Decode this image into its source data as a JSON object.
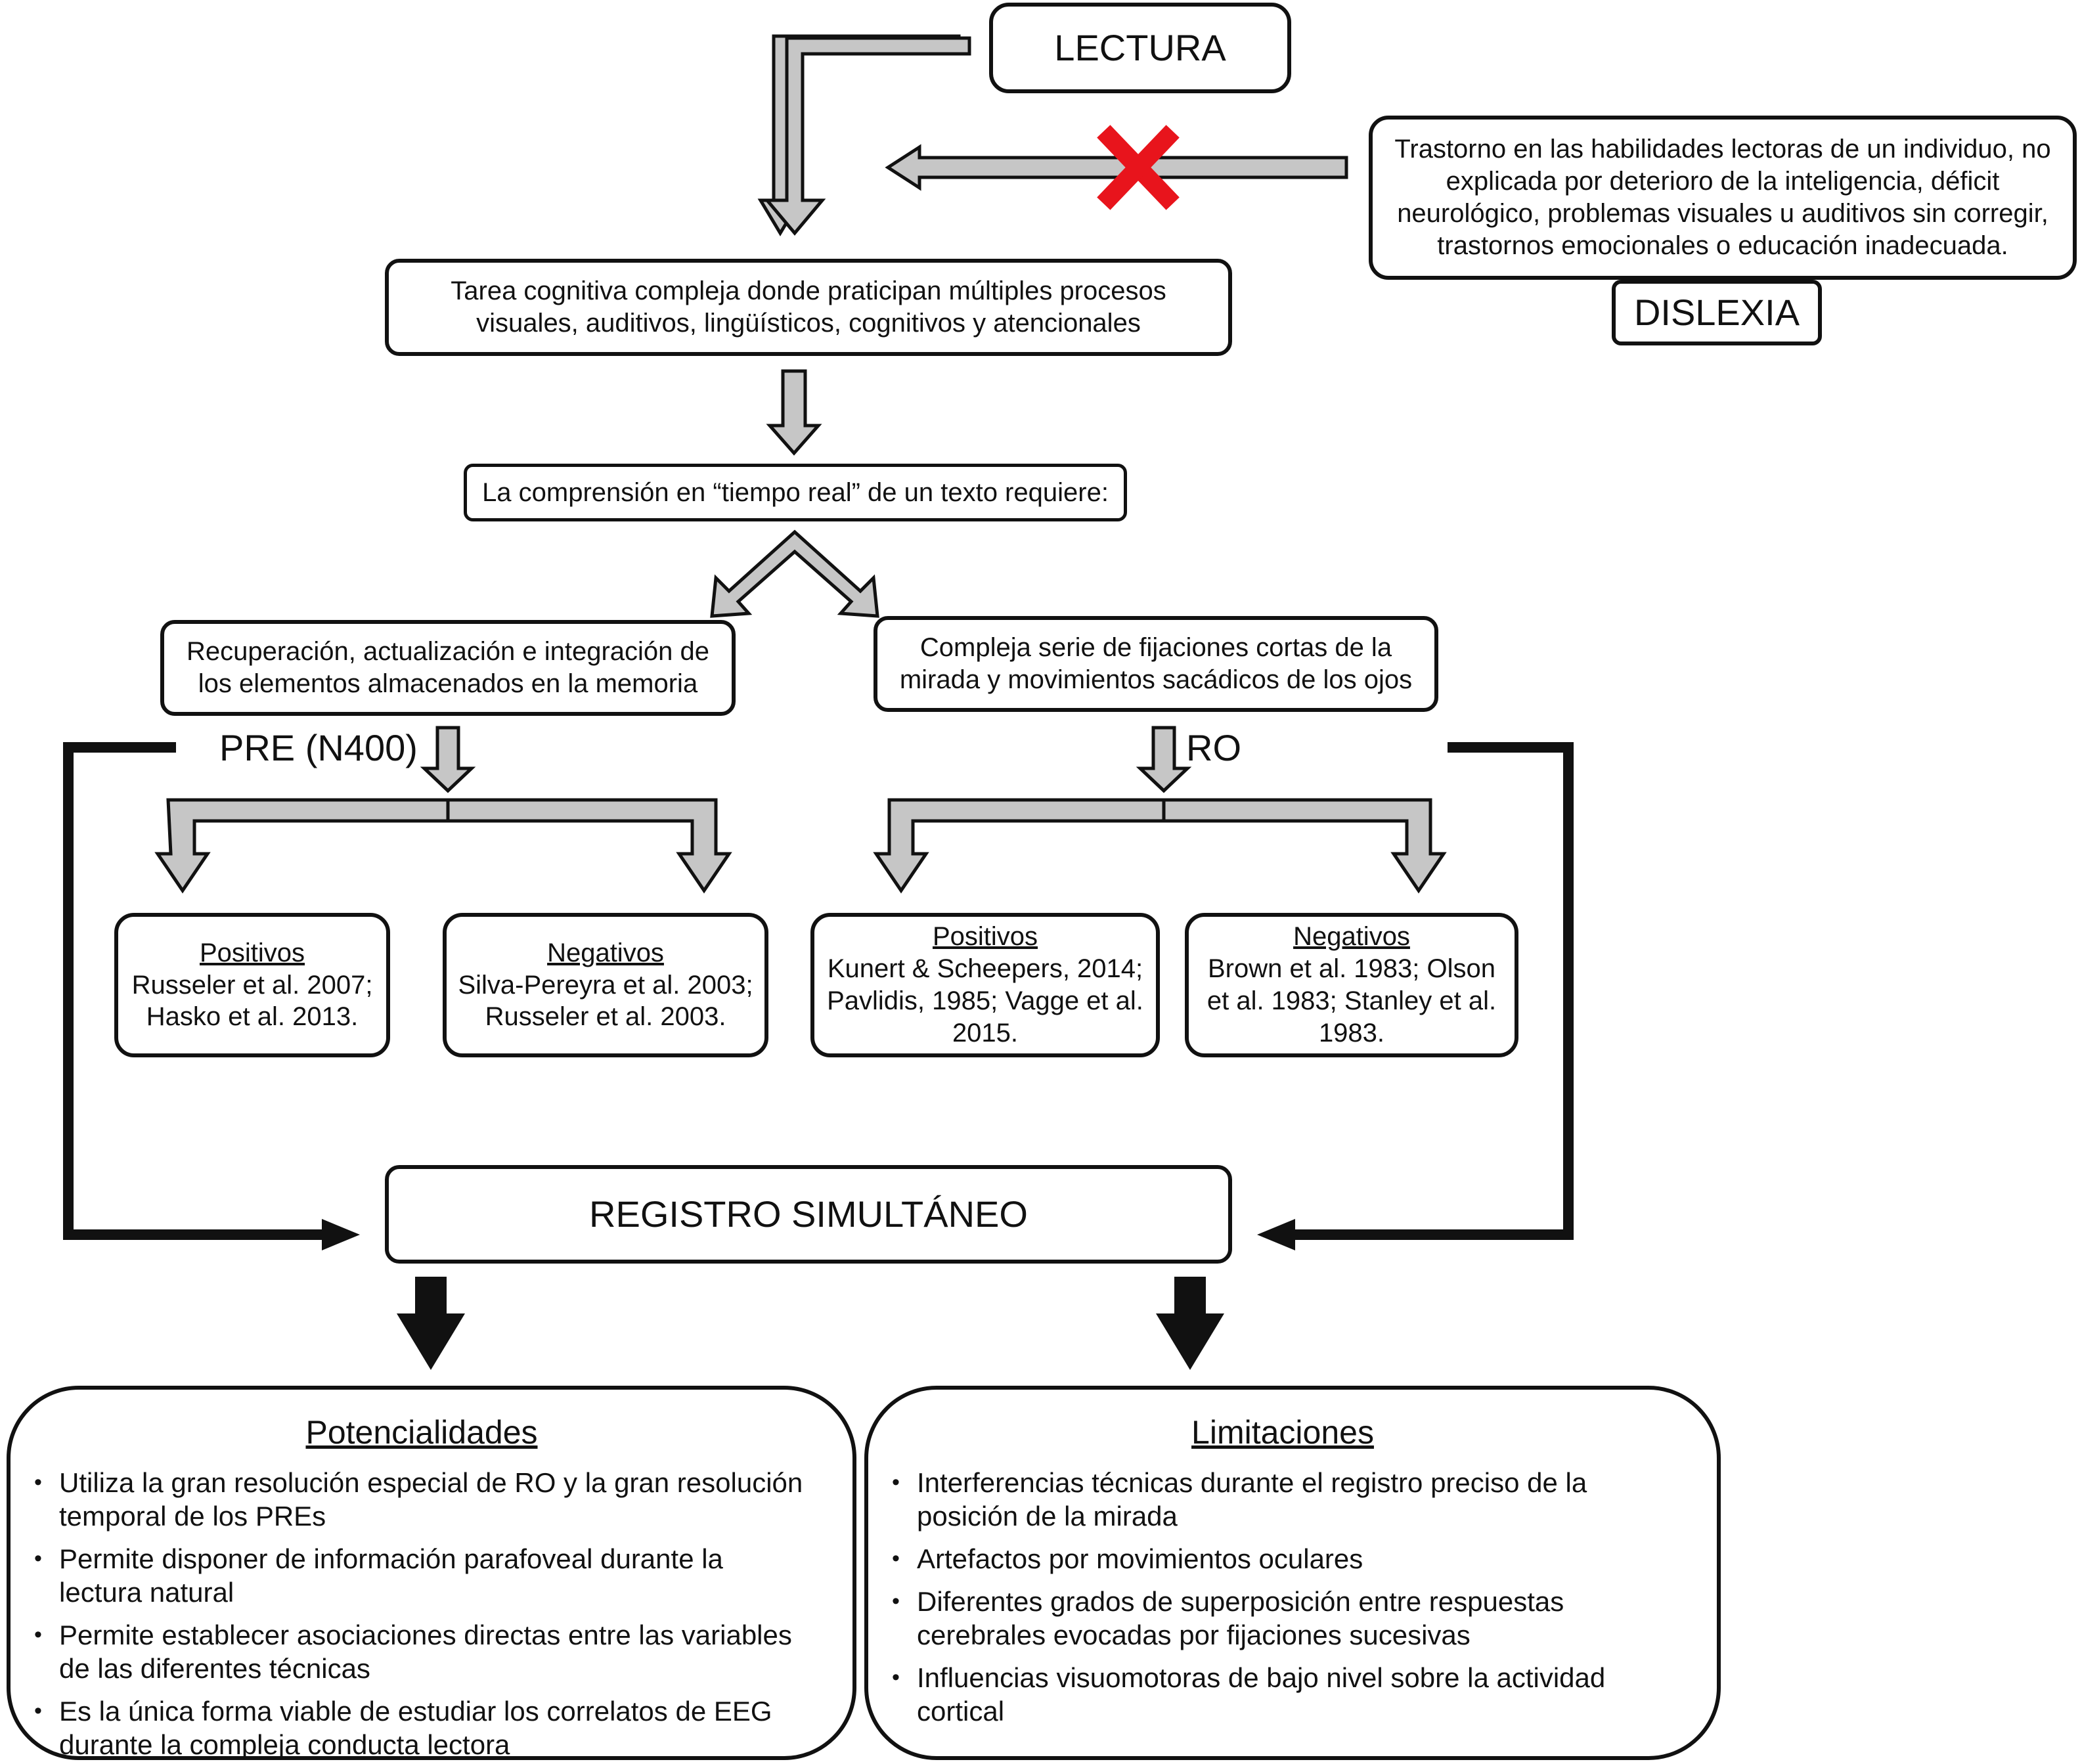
{
  "lectura": "LECTURA",
  "dislexia": {
    "definition": "Trastorno en las habilidades lectoras de un individuo, no explicada por deterioro de la inteligencia, déficit neurológico, problemas visuales u auditivos sin corregir, trastornos emocionales o educación inadecuada.",
    "label": "DISLEXIA"
  },
  "tarea": "Tarea cognitiva compleja donde praticipan múltiples procesos visuales, auditivos, lingüísticos, cognitivos y atencionales",
  "comprension": "La comprensión en “tiempo real” de un texto requiere:",
  "left_branch": {
    "text": "Recuperación, actualización e integración de los elementos almacenados en la memoria",
    "label": "PRE (N400)",
    "positivos": {
      "title": "Positivos",
      "text": "Russeler et al. 2007; Hasko et al. 2013."
    },
    "negativos": {
      "title": "Negativos",
      "text": "Silva-Pereyra et al. 2003; Russeler et al. 2003."
    }
  },
  "right_branch": {
    "text": "Compleja serie de fijaciones cortas de la mirada y movimientos sacádicos de los ojos",
    "label": "RO",
    "positivos": {
      "title": "Positivos",
      "text": "Kunert & Scheepers, 2014; Pavlidis, 1985; Vagge et al. 2015."
    },
    "negativos": {
      "title": "Negativos",
      "text": "Brown et al. 1983; Olson et al. 1983; Stanley et al. 1983."
    }
  },
  "registro": "REGISTRO SIMULTÁNEO",
  "potencialidades": {
    "title": "Potencialidades",
    "items": [
      "Utiliza la gran resolución especial de RO y la gran resolución temporal de los PREs",
      "Permite disponer de información parafoveal durante la lectura natural",
      "Permite establecer asociaciones directas entre las variables de las diferentes técnicas",
      "Es la única forma viable de estudiar los correlatos de EEG durante la compleja conducta lectora"
    ]
  },
  "limitaciones": {
    "title": "Limitaciones",
    "items": [
      "Interferencias técnicas durante el registro preciso de la posición de la mirada",
      "Artefactos por movimientos oculares",
      "Diferentes grados de superposición entre respuestas cerebrales evocadas por fijaciones sucesivas",
      "Influencias visuomotoras de bajo nivel sobre la actividad cortical"
    ]
  },
  "colors": {
    "arrow_fill": "#c6c6c6",
    "stroke": "#111111",
    "cross": "#e8141c"
  }
}
